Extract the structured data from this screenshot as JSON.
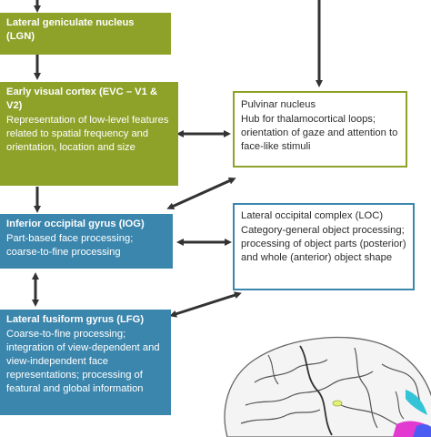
{
  "boxes": {
    "lgn": {
      "title": "Lateral geniculate nucleus (LGN)"
    },
    "evc": {
      "title": "Early visual cortex (EVC – V1 & V2)",
      "desc": "Representation of low-level features related to spatial frequency and orientation, location and size"
    },
    "pulvinar": {
      "title": "Pulvinar nucleus",
      "desc": "Hub for thalamocortical loops; orientation of gaze and attention to face-like stimuli"
    },
    "iog": {
      "title": "Inferior occipital gyrus (IOG)",
      "desc": "Part-based face processing; coarse-to-fine processing"
    },
    "loc": {
      "title": "Lateral occipital complex (LOC)",
      "desc": "Category-general object processing; processing of object parts (posterior) and whole (anterior) object shape"
    },
    "lfg": {
      "title": "Lateral fusiform gyrus (LFG)",
      "desc": "Coarse-to-fine processing; integration of view-dependent and view-independent face representations; processing of featural and global information"
    }
  },
  "colors": {
    "green": "#8ea22a",
    "blue": "#3b86ad",
    "arrow": "#333333"
  },
  "icons": {
    "brain": "brain-illustration"
  }
}
